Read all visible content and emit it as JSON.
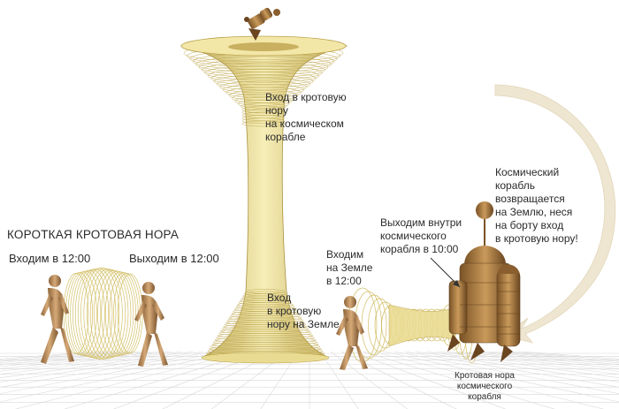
{
  "labels": {
    "short_wormhole": "КОРОТКАЯ КРОТОВАЯ НОРА",
    "enter_1200": "Входим в 12:00",
    "exit_1200": "Выходим в 12:00",
    "spaceship_entrance": "Вход в кротовую\nнору\nна космическом\nкорабле",
    "earth_entrance": "Вход\nв кротовую\nнору на Земле",
    "enter_earth_1200": "Входим\nна Земле\nв 12:00",
    "exit_inside_ship": "Выходим внутри\nкосмического\nкорабля в 10:00",
    "ship_returns": "Космический\nкорабль\nвозвращается\nна Землю, неся\nна борту вход\nв кротовую нору!",
    "ship_wormhole": "Кротовая нора\nкосмического\nкорабля"
  },
  "colors": {
    "wormhole": "#e8d98a",
    "wormhole_dark": "#b9a24a",
    "ship": "#a4773e",
    "figure": "#b8895a",
    "arrow": "#efe6d2",
    "ground_line": "#d8d8d8"
  }
}
